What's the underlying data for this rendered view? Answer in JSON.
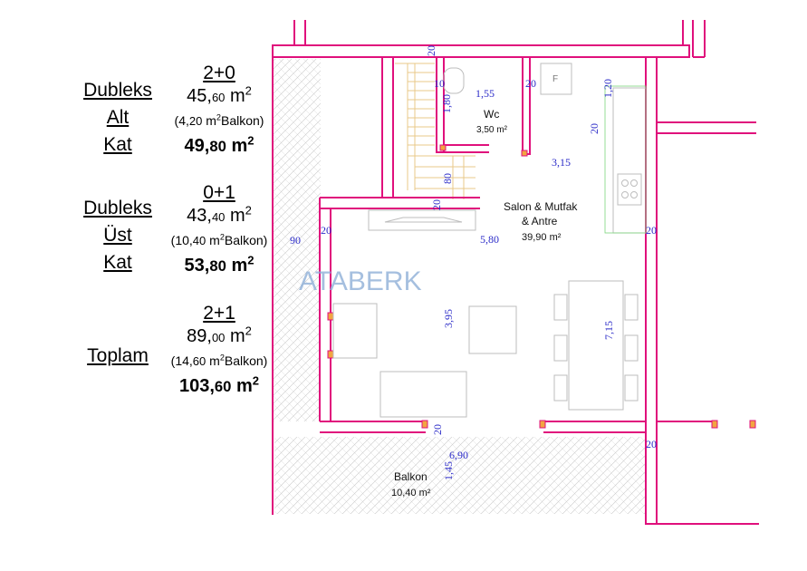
{
  "legend": {
    "alt": {
      "label": [
        "Dubleks",
        "Alt",
        "Kat"
      ],
      "type": "2+0",
      "area_int": "45,",
      "area_dec": "60",
      "unit": "m",
      "balcony_int": "(4,",
      "balcony_dec": "20",
      "balcony_unit": "m",
      "balcony_word": "Balkon)",
      "total_int": "49,",
      "total_dec": "80",
      "total_unit": "m"
    },
    "ust": {
      "label": [
        "Dubleks",
        "Üst",
        "Kat"
      ],
      "type": "0+1",
      "area_int": "43,",
      "area_dec": "40",
      "unit": "m",
      "balcony_int": "(10,",
      "balcony_dec": "40",
      "balcony_unit": "m",
      "balcony_word": "Balkon)",
      "total_int": "53,",
      "total_dec": "80",
      "total_unit": "m"
    },
    "toplam": {
      "label": [
        "Toplam"
      ],
      "type": "2+1",
      "area_int": "89,",
      "area_dec": "00",
      "unit": "m",
      "balcony_int": "(14,",
      "balcony_dec": "60",
      "balcony_unit": "m",
      "balcony_word": "Balkon)",
      "total_int": "103,",
      "total_dec": "60",
      "total_unit": "m"
    },
    "sup": "2"
  },
  "plan": {
    "watermark": "ATABERK",
    "rooms": {
      "wc": {
        "name": "Wc",
        "area": "3,50 m²"
      },
      "salon": {
        "name_1": "Salon & Mutfak",
        "name_2": "& Antre",
        "area": "39,90 m²"
      },
      "balkon": {
        "name": "Balkon",
        "area": "10,40 m²"
      }
    },
    "appliance_f": "F",
    "dimensions": [
      "20",
      "10",
      "1,55",
      "20",
      "1,20",
      "1,80",
      "20",
      "3,15",
      "80",
      "20",
      "20",
      "20",
      "90",
      "5,80",
      "3,95",
      "7,15",
      "20",
      "6,90",
      "1,45",
      "20"
    ]
  },
  "colors": {
    "wall": "#e0107c",
    "dimension": "#2b2bc8",
    "furniture": "#bdbdbd",
    "watermark": "#8fb0d8"
  }
}
